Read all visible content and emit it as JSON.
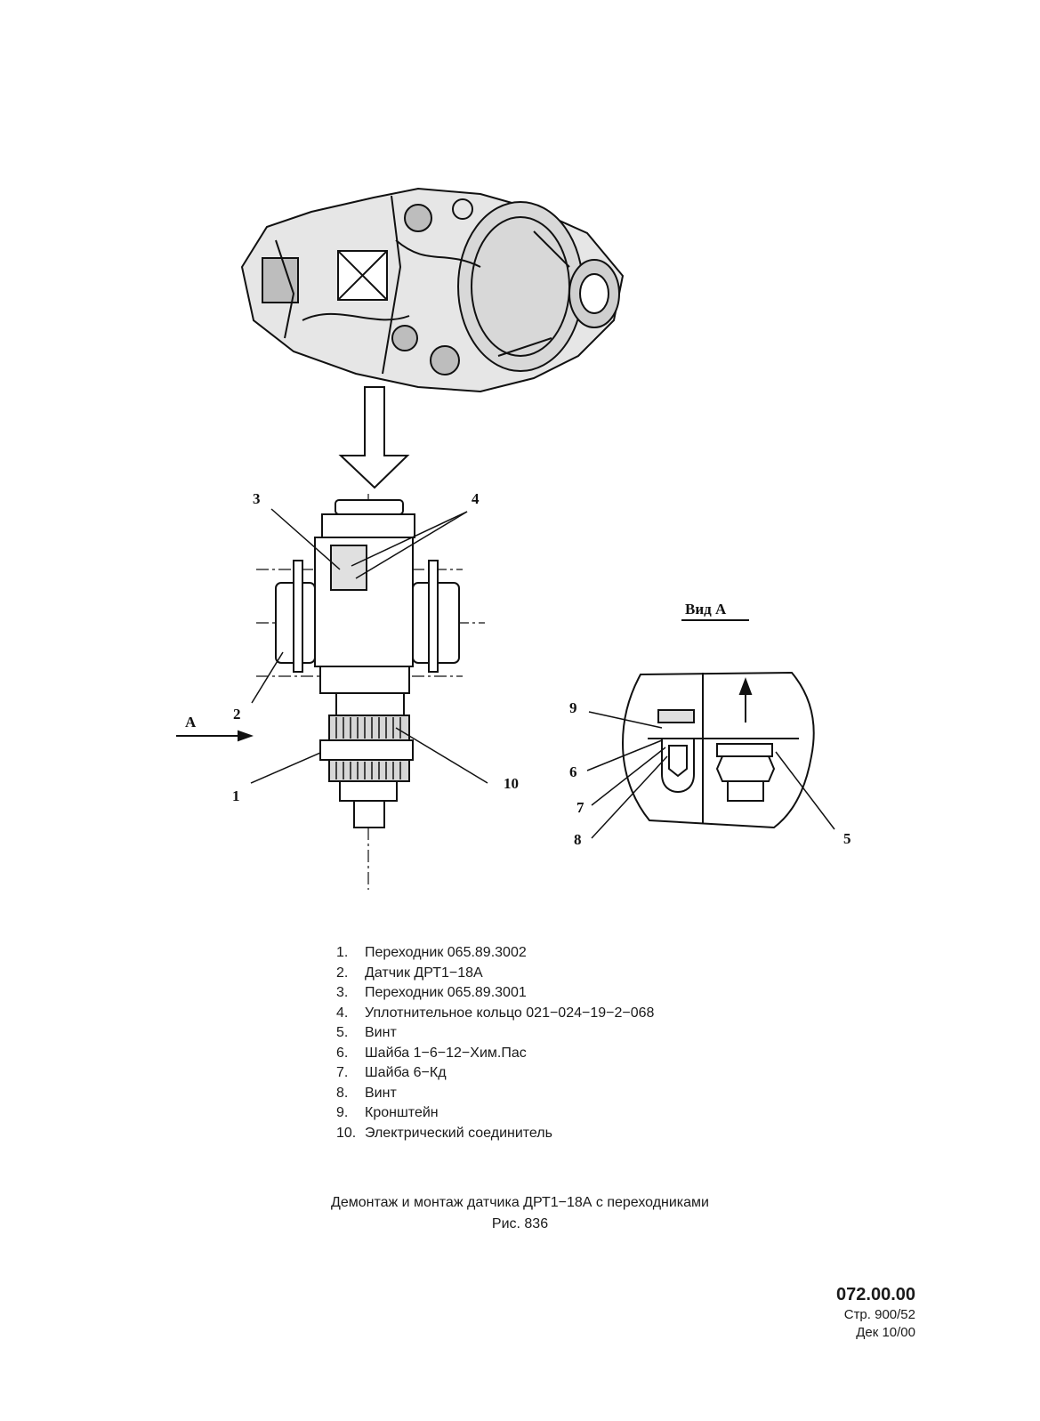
{
  "figure": {
    "view_label": "Вид А",
    "view_arrow_label": "А",
    "callouts": [
      "1",
      "2",
      "3",
      "4",
      "5",
      "6",
      "7",
      "8",
      "9",
      "10"
    ]
  },
  "legend": [
    {
      "num": "1.",
      "text": "Переходник 065.89.3002"
    },
    {
      "num": "2.",
      "text": "Датчик ДРТ1−18А"
    },
    {
      "num": "3.",
      "text": "Переходник 065.89.3001"
    },
    {
      "num": "4.",
      "text": "Уплотнительное кольцо 021−024−19−2−068"
    },
    {
      "num": "5.",
      "text": "Винт"
    },
    {
      "num": "6.",
      "text": "Шайба 1−6−12−Хим.Пас"
    },
    {
      "num": "7.",
      "text": "Шайба 6−Кд"
    },
    {
      "num": "8.",
      "text": "Винт"
    },
    {
      "num": "9.",
      "text": "Кронштейн"
    },
    {
      "num": "10.",
      "text": "Электрический соединитель"
    }
  ],
  "caption": {
    "title": "Демонтаж и монтаж датчика ДРТ1−18А с переходниками",
    "figure_number": "Рис. 836"
  },
  "doc_info": {
    "code": "072.00.00",
    "page": "Стр. 900/52",
    "date": "Дек 10/00"
  }
}
